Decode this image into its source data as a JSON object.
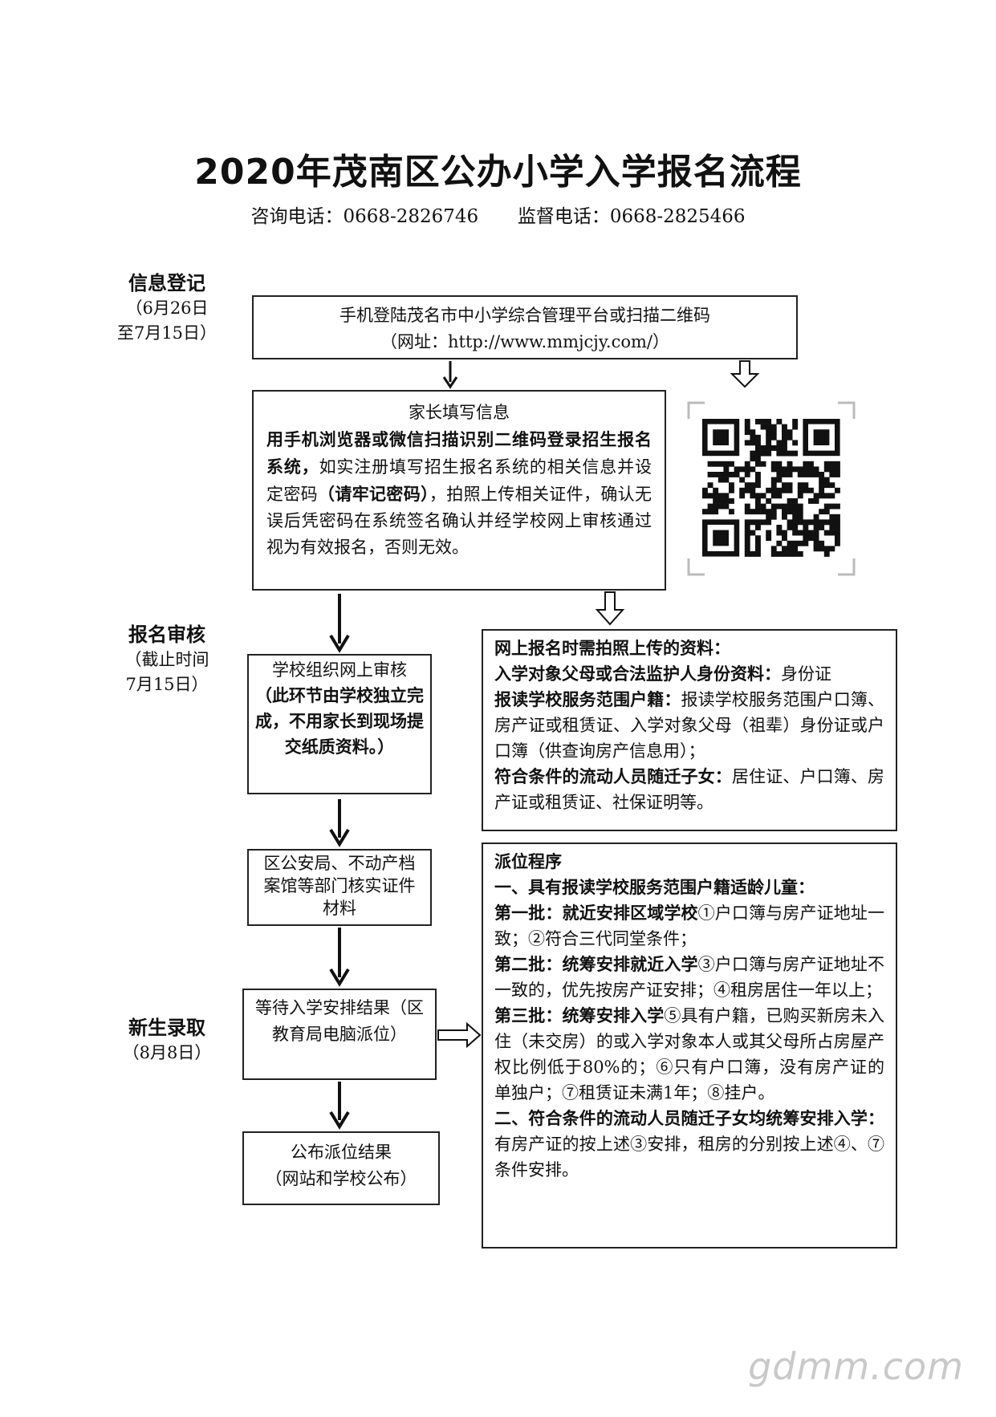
{
  "title": "2020年茂南区公办小学入学报名流程",
  "contact": {
    "consult_label": "咨询电话：",
    "consult_phone": "0668-2826746",
    "supervise_label": "监督电话：",
    "supervise_phone": "0668-2825466"
  },
  "stages": [
    {
      "name": "信息登记",
      "line1": "（6月26日",
      "line2": "至7月15日）"
    },
    {
      "name": "报名审核",
      "line1": "（截止时间",
      "line2": "7月15日）"
    },
    {
      "name": "新生录取",
      "line1": "（8月8日）",
      "line2": ""
    }
  ],
  "login_box": {
    "line1": "手机登陆茂名市中小学综合管理平台或扫描二维码",
    "line2": "（网址：http://www.mmjcjy.com/）"
  },
  "parent_box": {
    "heading": "家长填写信息",
    "bold1": "用手机浏览器或微信扫描识别二维码登录招生报名系统，",
    "text1": "如实注册填写招生报名系统的相关信息并设定密码",
    "bold2": "（请牢记密码）",
    "text2": "，拍照上传相关证件，确认无误后凭密码在系统签名确认并经学校网上审核通过视为有效报名，否则无效。"
  },
  "review_box": {
    "line1": "学校组织网上审核",
    "bold": "（此环节由学校独立完成，不用家长到现场提交纸质资料。）"
  },
  "verify_box": {
    "text": "区公安局、不动产档案馆等部门核实证件材料"
  },
  "wait_box": {
    "text": "等待入学安排结果（区教育局电脑派位）"
  },
  "publish_box": {
    "line1": "公布派位结果",
    "line2": "（网站和学校公布）"
  },
  "docs_box": {
    "heading": "网上报名时需拍照上传的资料：",
    "items": [
      {
        "label": "入学对象父母或合法监护人身份资料：",
        "text": "身份证"
      },
      {
        "label": "报读学校服务范围户籍：",
        "text": "报读学校服务范围户口簿、房产证或租赁证、入学对象父母（祖辈）身份证或户口簿（供查询房产信息用）；"
      },
      {
        "label": "符合条件的流动人员随迁子女：",
        "text": "居住证、户口簿、房产证或租赁证、社保证明等。"
      }
    ]
  },
  "alloc_box": {
    "heading": "派位程序",
    "section1": "一、具有报读学校服务范围户籍适龄儿童：",
    "batches": [
      {
        "label": "第一批：就近安排区域学校",
        "text": "①户口簿与房产证地址一致；②符合三代同堂条件；"
      },
      {
        "label": "第二批：统筹安排就近入学",
        "text": "③户口簿与房产证地址不一致的，优先按房产证安排；④租房居住一年以上；"
      },
      {
        "label": "第三批：统筹安排入学",
        "text": "⑤具有户籍，已购买新房未入住（未交房）的或入学对象本人或其父母所占房屋产权比例低于80%的；⑥只有户口簿，没有房产证的单独户；⑦租赁证未满1年；⑧挂户。"
      }
    ],
    "section2": "二、符合条件的流动人员随迁子女均统筹安排入学：",
    "section2_text": "有房产证的按上述③安排，租房的分别按上述④、⑦条件安排。"
  },
  "watermark": "gdmm.com"
}
